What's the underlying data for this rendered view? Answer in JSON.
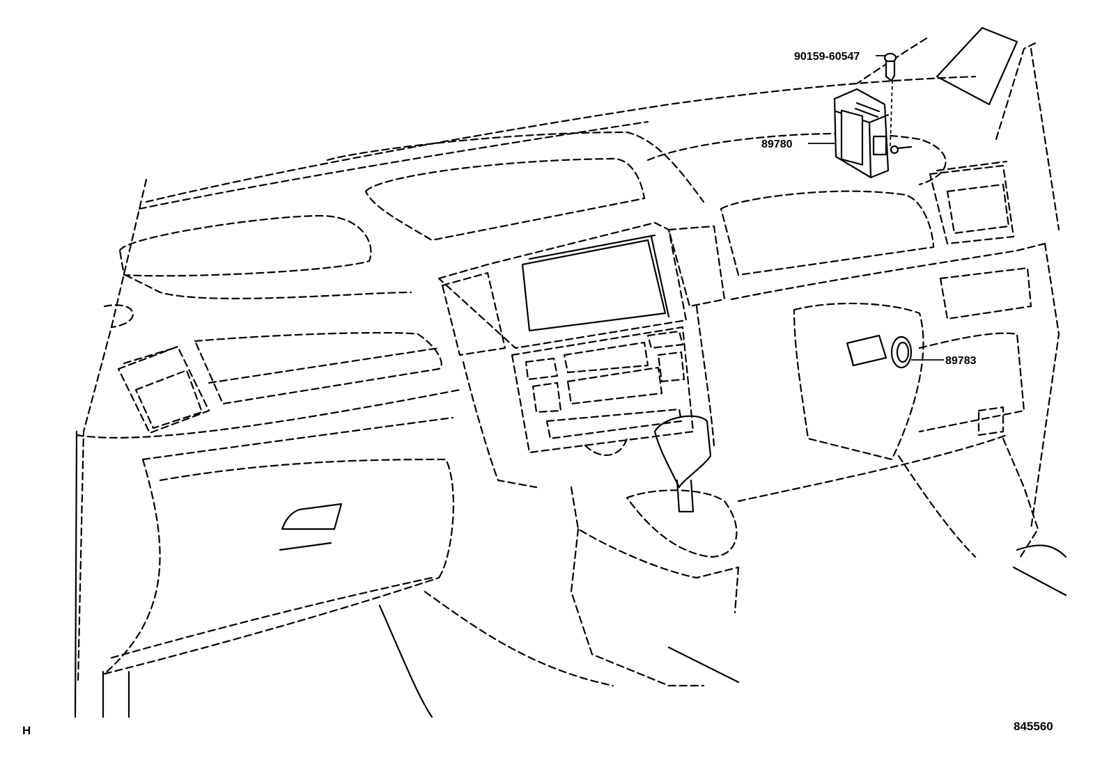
{
  "diagram": {
    "callouts": [
      {
        "id": "screw",
        "label": "90159-60547"
      },
      {
        "id": "computer",
        "label": "89780"
      },
      {
        "id": "coil",
        "label": "89783"
      }
    ],
    "section_code": "H",
    "drawing_number": "845560"
  }
}
